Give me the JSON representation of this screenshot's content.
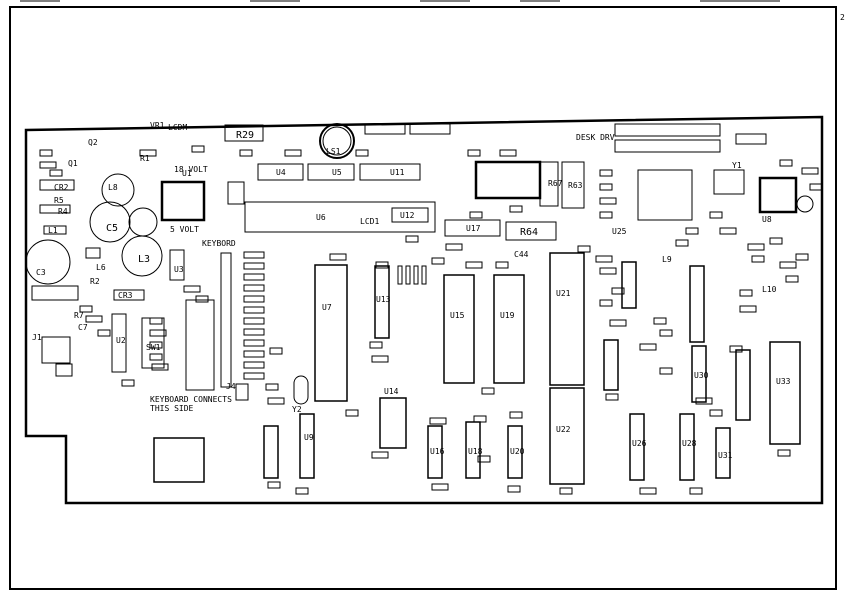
{
  "diagram": {
    "ink": "#000000",
    "paper": "#ffffff",
    "edge_marks": [
      "2"
    ],
    "board_text": {
      "r29": "R29",
      "lcd1": "LCD1",
      "ls1": "LS1",
      "lcdm": "LCDM",
      "u4": "U4",
      "u5": "U5",
      "u11": "U11",
      "u12": "U12",
      "u17": "U17",
      "r64": "R64",
      "r63": "R63",
      "r67": "R67",
      "c44": "C44",
      "desk_drv": "DESK DRV",
      "u25": "U25",
      "u8": "U8",
      "l8": "L8",
      "c5": "C5",
      "l3": "L3",
      "c3": "C3",
      "cr3": "CR3",
      "keyboard": "KEYBORD",
      "keyboard_note": "KEYBOARD CONNECTS",
      "keyboard_note2": "THIS SIDE",
      "u6": "U6",
      "u7": "U7",
      "u9": "U9",
      "u13": "U13",
      "u14": "U14",
      "u15": "U15",
      "u16": "U16",
      "u18": "U18",
      "u19": "U19",
      "u20": "U20",
      "u21": "U21",
      "u22": "U22",
      "u26": "U26",
      "u28": "U28",
      "u30": "U30",
      "u31": "U31",
      "u33": "U33",
      "j1": "J1",
      "j4": "J4",
      "y1": "Y1",
      "y2": "Y2",
      "l6": "L6",
      "l9": "L9",
      "l10": "L10",
      "cr2": "CR2",
      "r5": "R5",
      "r4": "R4",
      "l1": "L1",
      "r2": "R2",
      "r7": "R7",
      "c7": "C7",
      "sw1": "SW1",
      "q1": "Q1",
      "q2": "Q2",
      "u1": "U1",
      "u3": "U3",
      "u2": "U2",
      "r1": "R1",
      "vr1": "VR1",
      "volt_18": "18 VOLT",
      "volt_5": "5 VOLT"
    }
  }
}
